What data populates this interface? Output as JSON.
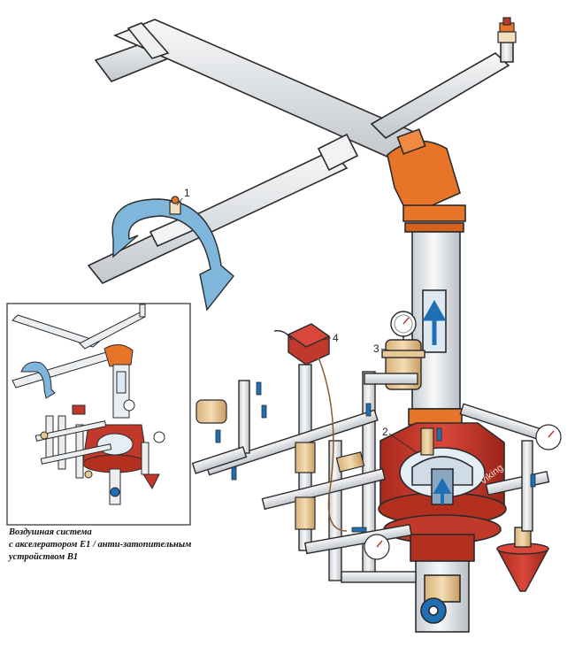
{
  "callouts": {
    "c1": "1",
    "c2": "2",
    "c3": "3",
    "c4": "4"
  },
  "caption": {
    "line1": "Воздушная система",
    "line2": "с акселератором E1 / анти-затопительным",
    "line3": "устройством B1"
  },
  "valve_brand": "Viking",
  "colors": {
    "pipe_fill": "#e9ecef",
    "pipe_stroke": "#2b2b2b",
    "orange_fitting": "#e8742a",
    "valve_red": "#c0392b",
    "brass": "#e8c995",
    "flow_arrow": "#1f6fb5",
    "handle_blue": "#1f6fb5"
  },
  "icons": [
    "rotation-arrow-icon",
    "flow-arrow-icon",
    "pressure-gauge-icon"
  ]
}
